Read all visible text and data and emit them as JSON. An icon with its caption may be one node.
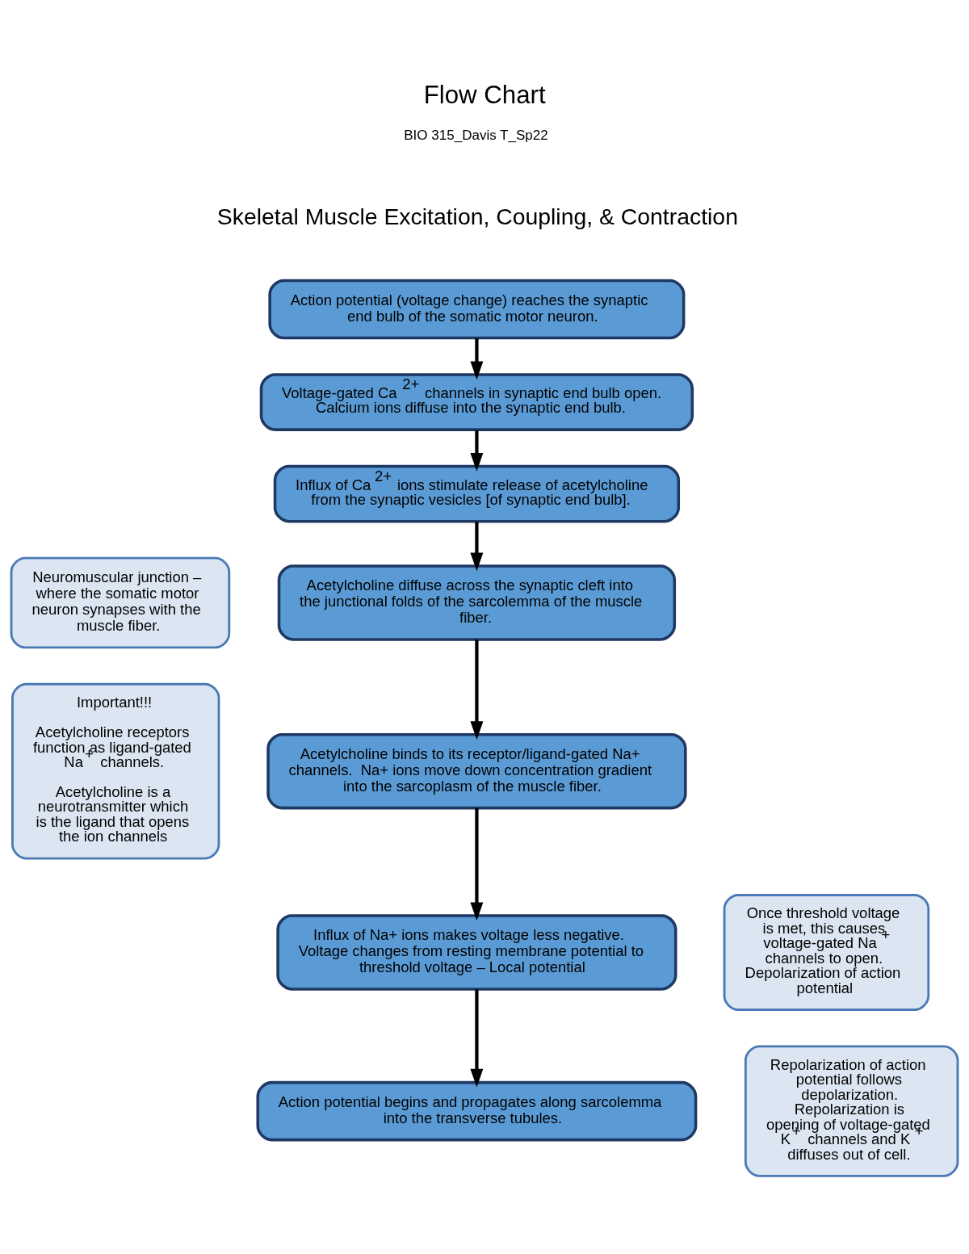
{
  "diagram": {
    "title": "Flow Chart",
    "nodes": [
      {
        "text": [
          "Action potential (voltage change) reaches the synaptic end bulb of the somatic motor neuron."
        ]
      },
      {
        "text": [
          "Voltage-gated Ca$^{2+}$ channels in synaptic end bulb open. Calcium ions diffuse into the synaptic end bulb."
        ]
      },
      {
        "text": [
          "Influx of Ca$^{2+}$ ions stimulate release of acetylcholine from the synaptic vesicles [of synaptic end bulb]."
        ]
      },
      {
        "text": [
          "Acetylcholine diffuse across the synaptic cleft into the junctional folds of the sarcolemma of the muscle fiber."
        ]
      },
      {
        "text": [
          "Acetylcholine binds to its receptor/ligand-gated Na+ channels.  Na+ ions move down concentration gradient into the sarcoplasm of the muscle fiber."
        ]
      },
      {
        "text": [
          "Influx of Na+ ions makes voltage less negative.  Voltage changes from resting membrane potential to threshold voltage – Local potential"
        ]
      },
      {
        "text": [
          "Action potential begins and propagates along sarcolemma into the transverse tubules."
        ]
      },
      {
        "text": [
          "Neuromuscular junction – where the somatic motor neuron synapses with the muscle fiber."
        ]
      },
      {
        "text": [
          "Important!!!",
          "Acetylcholine receptors function as ligand-gated Na$^{+}$ channels.",
          "Acetylcholine is a neurotransmitter which is the ligand that opens the ion channels"
        ]
      },
      {
        "text": [
          "Once threshold voltage is met, this causes voltage-gated Na$^{+}$ channels to open. Depolarization of action potential"
        ]
      },
      {
        "text": [
          "Repolarization of action potential follows depolarization. Repolarization is opening of voltage-gated K$^{+}$ channels and K$^{+}$ diffuses out of cell."
        ]
      }
    ],
    "edges": [
      {
        "from": 0,
        "to": 1,
        "arrow": "to"
      },
      {
        "from": 1,
        "to": 2,
        "arrow": "to"
      },
      {
        "from": 2,
        "to": 3,
        "arrow": "to"
      },
      {
        "from": 3,
        "to": 4,
        "arrow": "to"
      },
      {
        "from": 4,
        "to": 5,
        "arrow": "to"
      },
      {
        "from": 5,
        "to": 6,
        "arrow": "to"
      }
    ],
    "labels": [
      "BIO 315_Davis T_Sp22",
      "Skeletal Muscle Excitation, Coupling, & Contraction"
    ]
  }
}
